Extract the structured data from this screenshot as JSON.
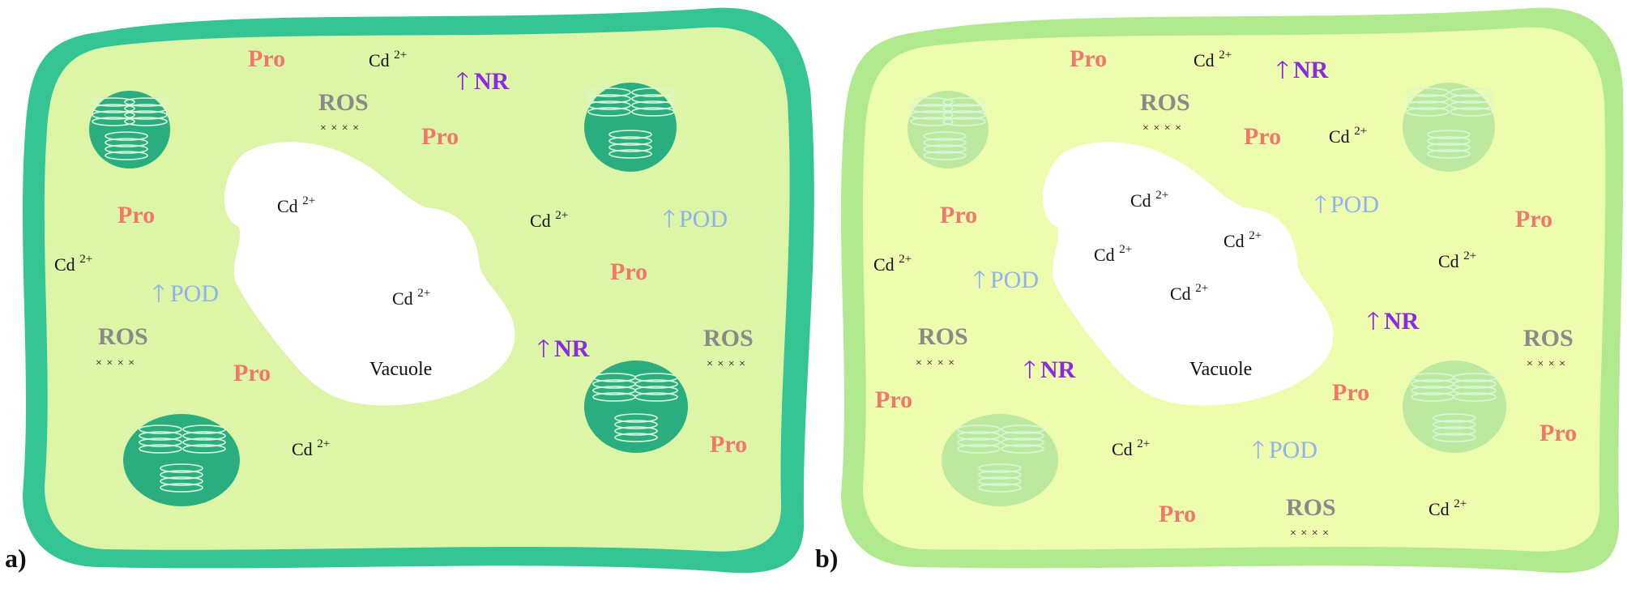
{
  "colors": {
    "a_wall": "#35c494",
    "a_cytoplasm": "#dcf5a6",
    "a_chloroplast": "#2aae80",
    "b_wall": "#b1e98f",
    "b_cytoplasm": "#eefcae",
    "b_chloroplast": "#bde8a0",
    "thylakoid": "#d9f7d8",
    "vacuole": "#ffffff",
    "pro": "#f0786a",
    "ros": "#8a8a8a",
    "nr": "#8a2be2",
    "pod": "#8fb2ef",
    "cd": "#111111"
  },
  "labels": {
    "pro": "Pro",
    "ros": "ROS",
    "nr": "NR",
    "pod": "POD",
    "cd": "Cd",
    "cd_charge": "2+",
    "vacuole": "Vacuole",
    "ros_particles": "× × × ×"
  },
  "panels": [
    {
      "id": "a",
      "label": "a)"
    },
    {
      "id": "b",
      "label": "b)"
    }
  ]
}
